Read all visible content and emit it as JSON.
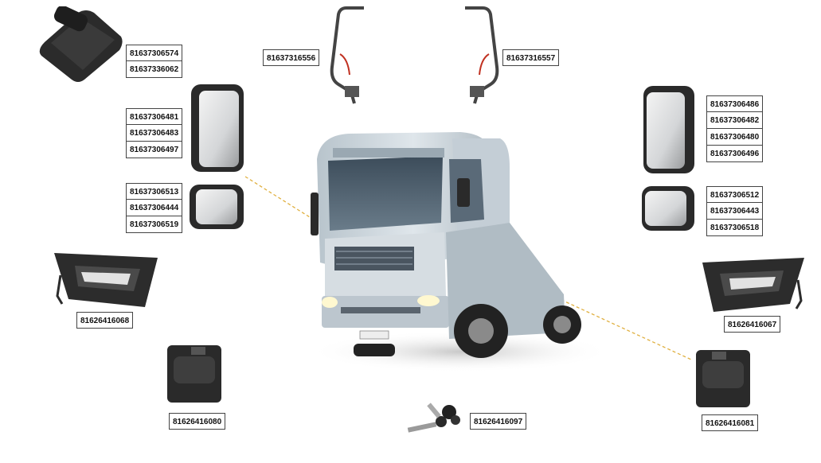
{
  "parts": {
    "mirror_cover_left": [
      "81637306574",
      "81637336062"
    ],
    "mirror_arm_left": "81637316556",
    "mirror_arm_right": "81637316557",
    "main_mirror_left": [
      "81637306481",
      "81637306483",
      "81637306497"
    ],
    "main_mirror_right": [
      "81637306486",
      "81637306482",
      "81637306480",
      "81637306496"
    ],
    "wide_mirror_left": [
      "81637306513",
      "81637306444",
      "81637306519"
    ],
    "wide_mirror_right": [
      "81637306512",
      "81637306443",
      "81637306518"
    ],
    "inner_handle_left": "81626416068",
    "inner_handle_right": "81626416067",
    "outer_handle_left": "81626416080",
    "outer_handle_right": "81626416081",
    "key_lock": "81626416097"
  }
}
